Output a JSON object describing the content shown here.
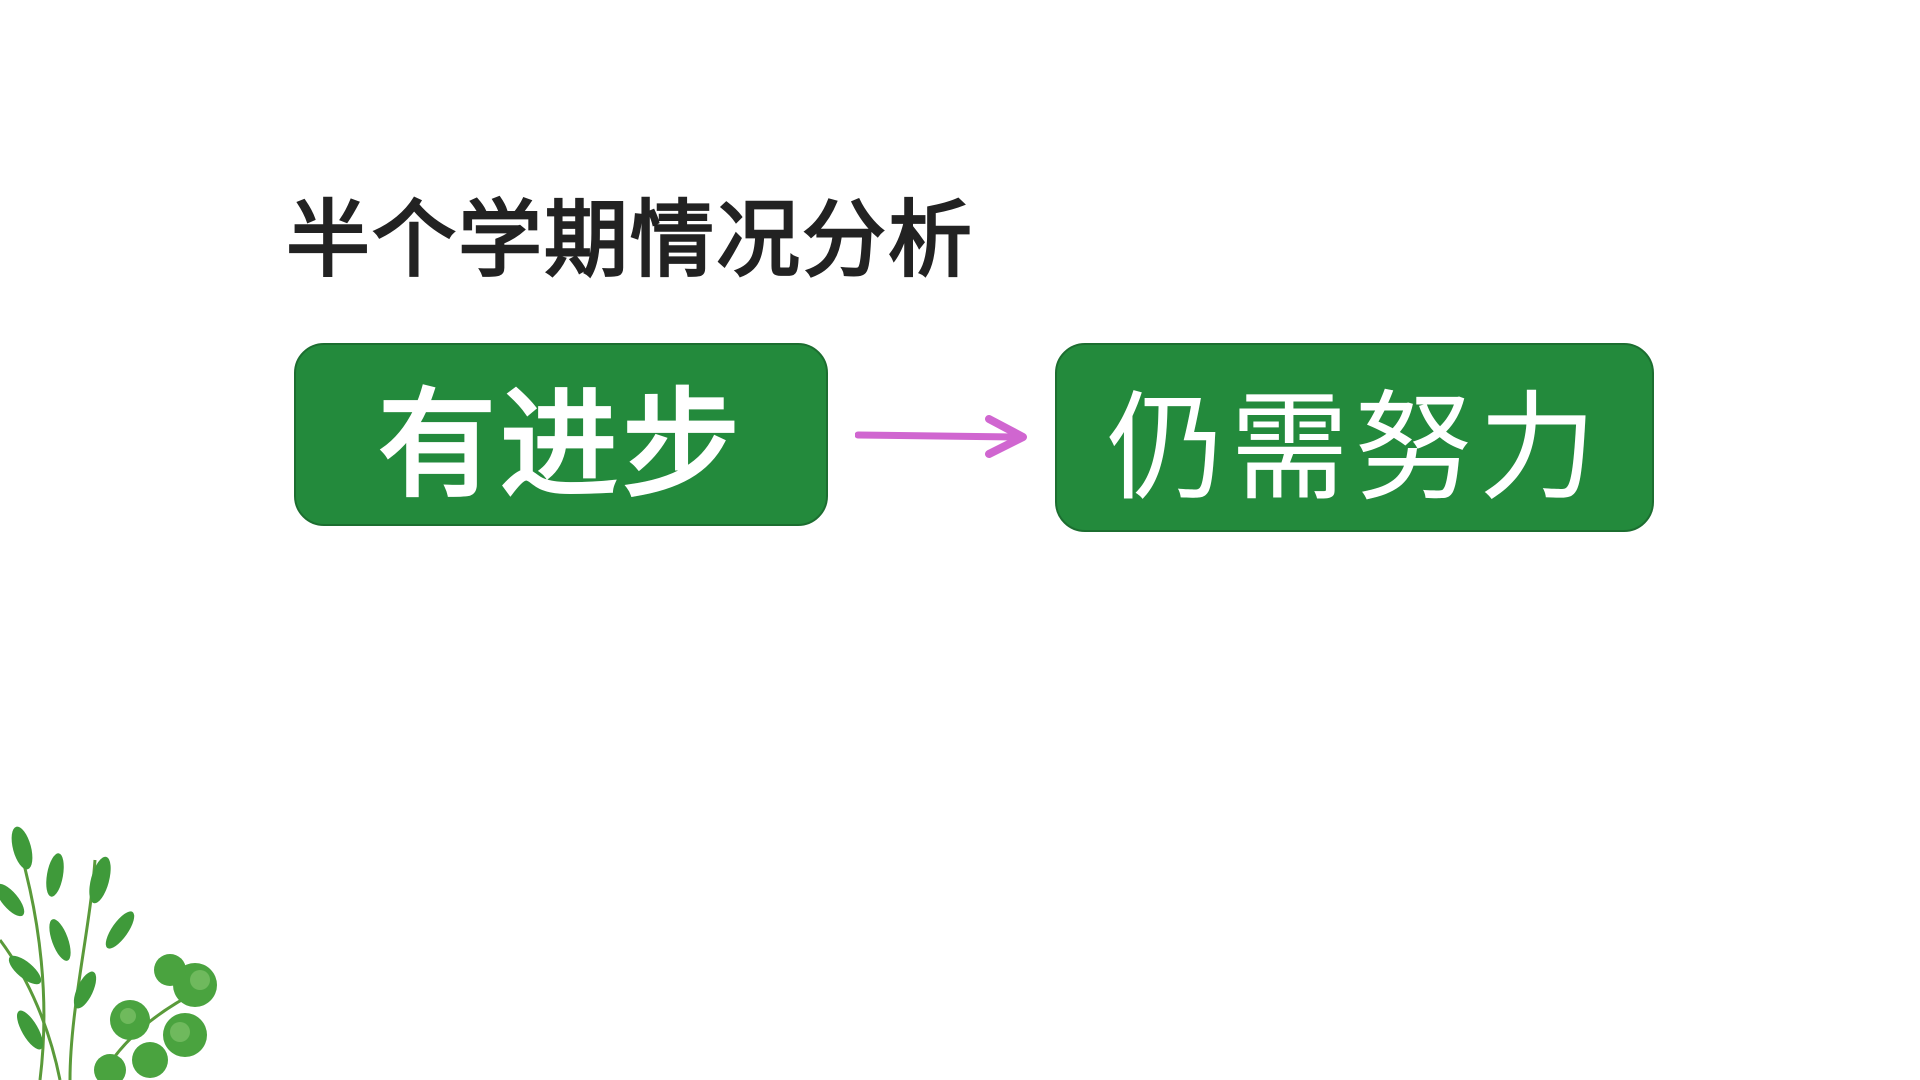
{
  "slide": {
    "title": "半个学期情况分析",
    "from_box": "有进步",
    "to_box": "仍需努力"
  },
  "colors": {
    "box_fill": "#238a3c",
    "arrow": "#d066d0",
    "title": "#222222"
  }
}
